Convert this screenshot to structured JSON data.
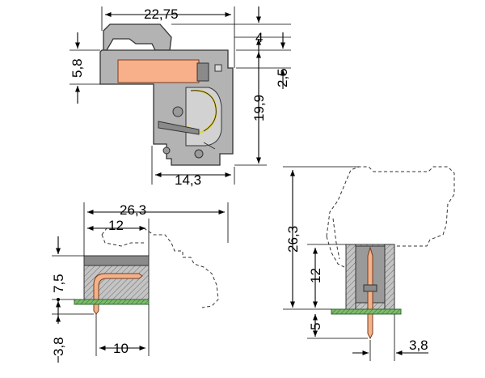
{
  "colors": {
    "housing": "#b3b3b3",
    "pin": "#f2b38c",
    "release": "#f7b08a",
    "pcb": "#7dbb6b",
    "spring": "#e6d23a"
  },
  "top_view": {
    "width_label": "22,75",
    "top_offset_label": "4",
    "left_height_label": "5,8",
    "right_small_label": "2,5",
    "height_label": "19,9",
    "bottom_width_label": "14,3"
  },
  "side_view": {
    "total_width_label": "26,3",
    "width_label": "12",
    "height_label": "7,5",
    "pin_length_label": "3,8",
    "pin_offset_label": "10"
  },
  "front_view": {
    "total_height_label": "26,3",
    "body_height_label": "12",
    "pin_length_label": "5",
    "pin_offset_label": "3,8"
  }
}
